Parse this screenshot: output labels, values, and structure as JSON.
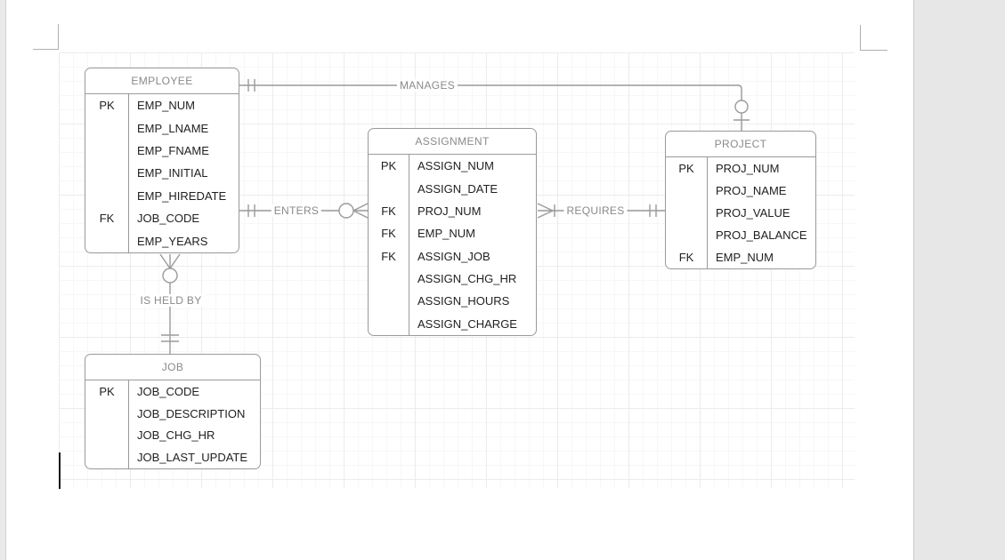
{
  "entities": {
    "employee": {
      "title": "EMPLOYEE",
      "rows": [
        {
          "key": "PK",
          "name": "EMP_NUM"
        },
        {
          "key": "",
          "name": "EMP_LNAME"
        },
        {
          "key": "",
          "name": "EMP_FNAME"
        },
        {
          "key": "",
          "name": "EMP_INITIAL"
        },
        {
          "key": "",
          "name": "EMP_HIREDATE"
        },
        {
          "key": "FK",
          "name": "JOB_CODE"
        },
        {
          "key": "",
          "name": "EMP_YEARS"
        }
      ]
    },
    "assignment": {
      "title": "ASSIGNMENT",
      "rows": [
        {
          "key": "PK",
          "name": "ASSIGN_NUM"
        },
        {
          "key": "",
          "name": "ASSIGN_DATE"
        },
        {
          "key": "FK",
          "name": "PROJ_NUM"
        },
        {
          "key": "FK",
          "name": "EMP_NUM"
        },
        {
          "key": "FK",
          "name": "ASSIGN_JOB"
        },
        {
          "key": "",
          "name": "ASSIGN_CHG_HR"
        },
        {
          "key": "",
          "name": "ASSIGN_HOURS"
        },
        {
          "key": "",
          "name": "ASSIGN_CHARGE"
        }
      ]
    },
    "project": {
      "title": "PROJECT",
      "rows": [
        {
          "key": "PK",
          "name": "PROJ_NUM"
        },
        {
          "key": "",
          "name": "PROJ_NAME"
        },
        {
          "key": "",
          "name": "PROJ_VALUE"
        },
        {
          "key": "",
          "name": "PROJ_BALANCE"
        },
        {
          "key": "FK",
          "name": "EMP_NUM"
        }
      ]
    },
    "job": {
      "title": "JOB",
      "rows": [
        {
          "key": "PK",
          "name": "JOB_CODE"
        },
        {
          "key": "",
          "name": "JOB_DESCRIPTION"
        },
        {
          "key": "",
          "name": "JOB_CHG_HR"
        },
        {
          "key": "",
          "name": "JOB_LAST_UPDATE"
        }
      ]
    }
  },
  "relationships": {
    "manages": {
      "label": "MANAGES",
      "from": "EMPLOYEE",
      "to": "PROJECT",
      "from_cardinality": "exactly-one",
      "to_cardinality": "zero-or-one"
    },
    "enters": {
      "label": "ENTERS",
      "from": "EMPLOYEE",
      "to": "ASSIGNMENT",
      "from_cardinality": "exactly-one",
      "to_cardinality": "zero-or-many"
    },
    "requires": {
      "label": "REQUIRES",
      "from": "ASSIGNMENT",
      "to": "PROJECT",
      "from_cardinality": "one-or-many",
      "to_cardinality": "exactly-one"
    },
    "is_held_by": {
      "label": "IS HELD BY",
      "from": "EMPLOYEE",
      "to": "JOB",
      "from_cardinality": "zero-or-many",
      "to_cardinality": "exactly-one"
    }
  },
  "colors": {
    "line": "#9a9a9a",
    "entity_border": "#9a9a9a",
    "title_text": "#8a8a8a",
    "attribute_text": "#212121",
    "relationship_label_text": "#8a8a8a",
    "canvas_background": "#ffffff",
    "outside_background": "#e7e7e7"
  }
}
